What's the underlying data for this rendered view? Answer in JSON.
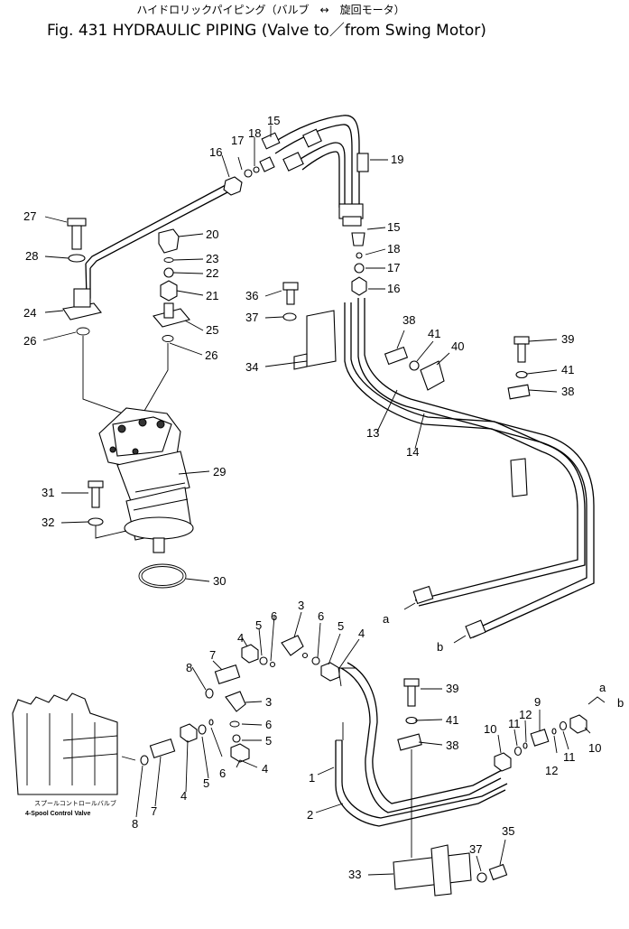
{
  "title": {
    "japanese": "ハイドロリックパイピング（バルブ　↔　旋回モータ）",
    "english": "Fig. 431 HYDRAULIC PIPING (Valve to／from Swing Motor)"
  },
  "control_valve_label": {
    "japanese": "スプールコントロールバルブ",
    "english": "4-Spool Control Valve"
  },
  "connection_labels": [
    "a",
    "b"
  ],
  "callouts": {
    "c15a": "15",
    "c16a": "16",
    "c17a": "17",
    "c18a": "18",
    "c19": "19",
    "c15b": "15",
    "c18b": "18",
    "c17b": "17",
    "c16b": "16",
    "c20": "20",
    "c23": "23",
    "c22": "22",
    "c21": "21",
    "c25": "25",
    "c26b": "26",
    "c27": "27",
    "c28": "28",
    "c24": "24",
    "c26a": "26",
    "c29": "29",
    "c31": "31",
    "c32": "32",
    "c30": "30",
    "c36": "36",
    "c37a": "37",
    "c34": "34",
    "c38a": "38",
    "c41a": "41",
    "c40": "40",
    "c39a": "39",
    "c41b": "41",
    "c38b": "38",
    "c13": "13",
    "c14": "14",
    "c3a": "3",
    "c6a": "6",
    "c5a": "5",
    "c4a": "4",
    "c5b": "5",
    "c6b": "6",
    "c4b": "4",
    "c7a": "7",
    "c8a": "8",
    "c3b": "3",
    "c6c": "6",
    "c5c": "5",
    "c4c": "4",
    "c6d": "6",
    "c5d": "5",
    "c4d": "4",
    "c7b": "7",
    "c8b": "8",
    "c1": "1",
    "c2": "2",
    "c39b": "39",
    "c41c": "41",
    "c38c": "38",
    "c9": "9",
    "c12a": "12",
    "c11a": "11",
    "c10a": "10",
    "c11b": "11",
    "c12b": "12",
    "c10b": "10",
    "c33": "33",
    "c37b": "37",
    "c35": "35"
  }
}
